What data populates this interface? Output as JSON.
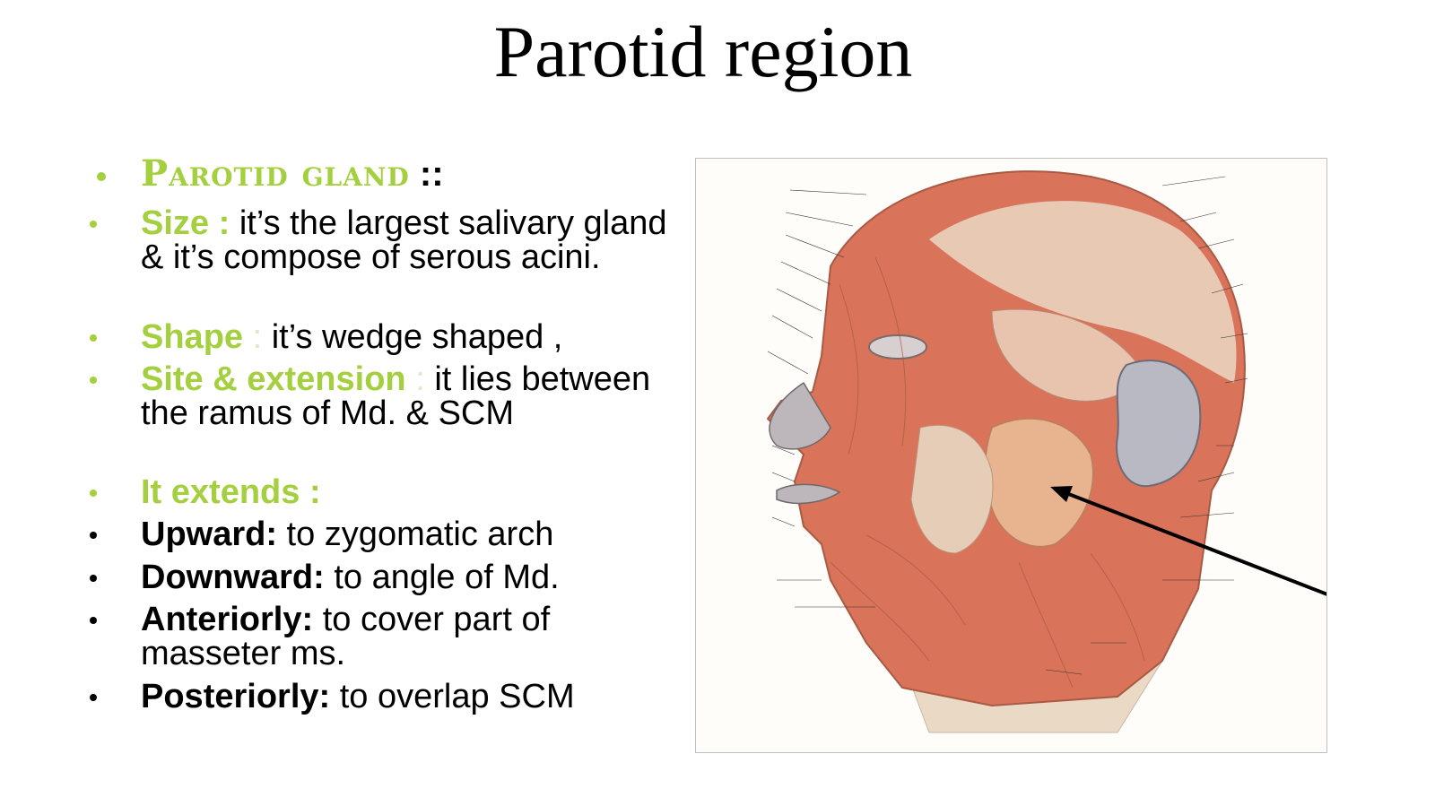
{
  "slide": {
    "title": "Parotid region"
  },
  "bullets": {
    "heading": {
      "label": "Parotid gland",
      "separator": " ::"
    },
    "size": {
      "label": "Size",
      "separator": " : ",
      "text": "it’s the largest salivary gland & it’s compose of serous acini."
    },
    "shape": {
      "label": "Shape",
      "separator": " : ",
      "text": "it’s wedge shaped ,"
    },
    "site": {
      "label": "Site & extension",
      "separator": " : ",
      "text": "it lies between the ramus of Md. & SCM"
    },
    "extends": {
      "label": "It extends :"
    },
    "upward": {
      "label": "Upward:",
      "text": " to zygomatic arch"
    },
    "downward": {
      "label": "Downward:",
      "text": " to angle of Md."
    },
    "anteriorly": {
      "label": "Anteriorly:",
      "text": " to cover part of masseter ms."
    },
    "posteriorly": {
      "label": "Posteriorly:",
      "text": " to overlap SCM"
    }
  },
  "figure": {
    "description_icon": "anatomy-head-illustration",
    "colors": {
      "muscle": "#d9735a",
      "gland": "#e8b490",
      "skin": "#ead9c4",
      "ear": "#b9b9c4"
    }
  }
}
